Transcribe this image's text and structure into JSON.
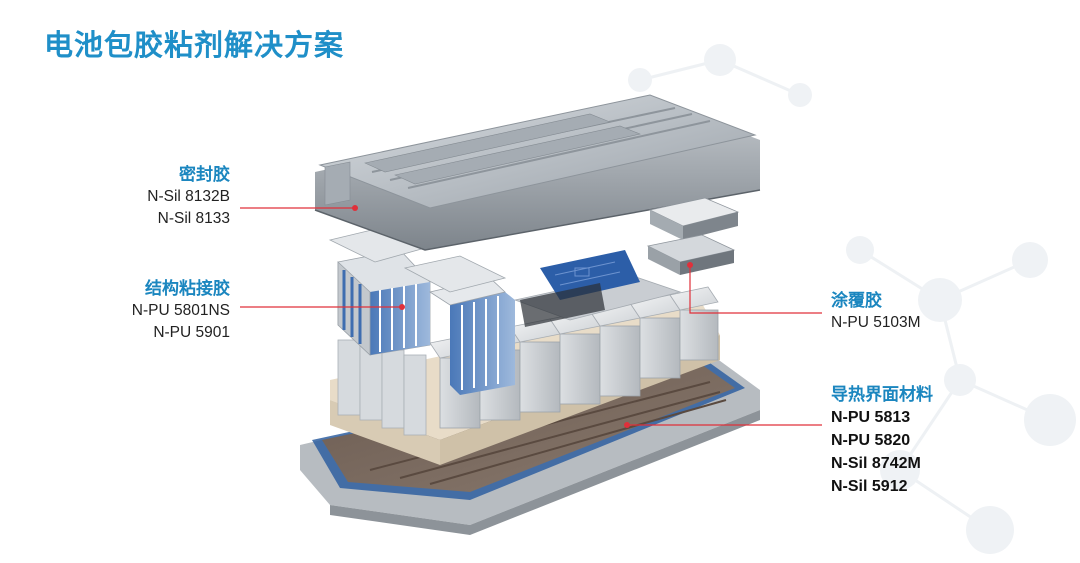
{
  "title": "电池包胶粘剂解决方案",
  "colors": {
    "title": "#1f8fc8",
    "heading": "#1b86bf",
    "leader_line": "#e0303a",
    "background_molecule": "#eceff2"
  },
  "callouts": {
    "sealant": {
      "heading": "密封胶",
      "items": [
        "N-Sil 8132B",
        "N-Sil 8133"
      ]
    },
    "structural": {
      "heading": "结构粘接胶",
      "items": [
        "N-PU 5801NS",
        "N-PU 5901"
      ]
    },
    "coating": {
      "heading": "涂覆胶",
      "items": [
        "N-PU 5103M"
      ]
    },
    "tim": {
      "heading": "导热界面材料",
      "items": [
        "N-PU 5813",
        "N-PU 5820",
        "N-Sil 8742M",
        "N-Sil 5912"
      ]
    }
  }
}
